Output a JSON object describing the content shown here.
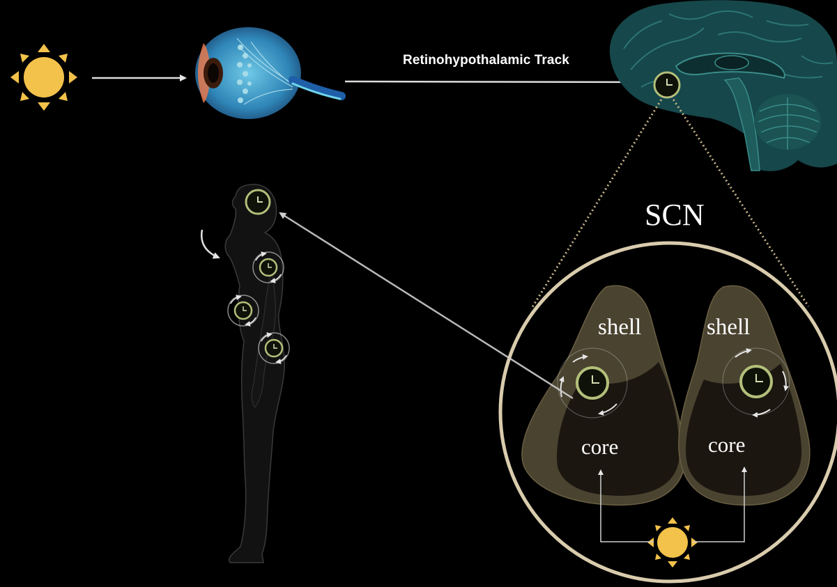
{
  "pathway": {
    "label": "Retinohypothalamic Track"
  },
  "scn": {
    "title": "SCN",
    "left_nucleus": {
      "shell_label": "shell",
      "core_label": "core"
    },
    "right_nucleus": {
      "shell_label": "shell",
      "core_label": "core"
    }
  },
  "colors": {
    "background": "#000000",
    "sun": "#f3c24b",
    "clock_ring": "#b3bf7a",
    "shell_fill": "#4a4330",
    "core_fill": "#1b1610",
    "scn_circle_stroke": "#d9ccad",
    "arrow": "#d9d9d9"
  },
  "icons": [
    "sun-icon",
    "eye-icon",
    "brain-icon",
    "clock-icon",
    "human-body-icon"
  ]
}
